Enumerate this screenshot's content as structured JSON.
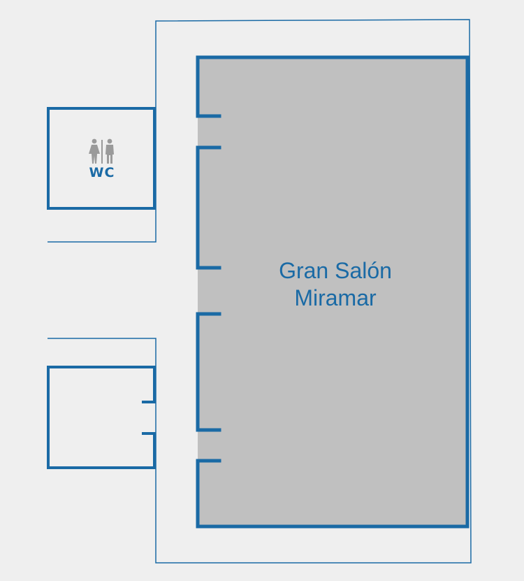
{
  "hall": {
    "name_line1": "Gran Salón",
    "name_line2": "Miramar"
  },
  "restroom": {
    "label": "WC",
    "icon": "restroom-icon"
  },
  "colors": {
    "background": "#efefef",
    "wall": "#1a6aa5",
    "hall_fill": "#c0c0c0",
    "icon": "#9a9a9a"
  }
}
